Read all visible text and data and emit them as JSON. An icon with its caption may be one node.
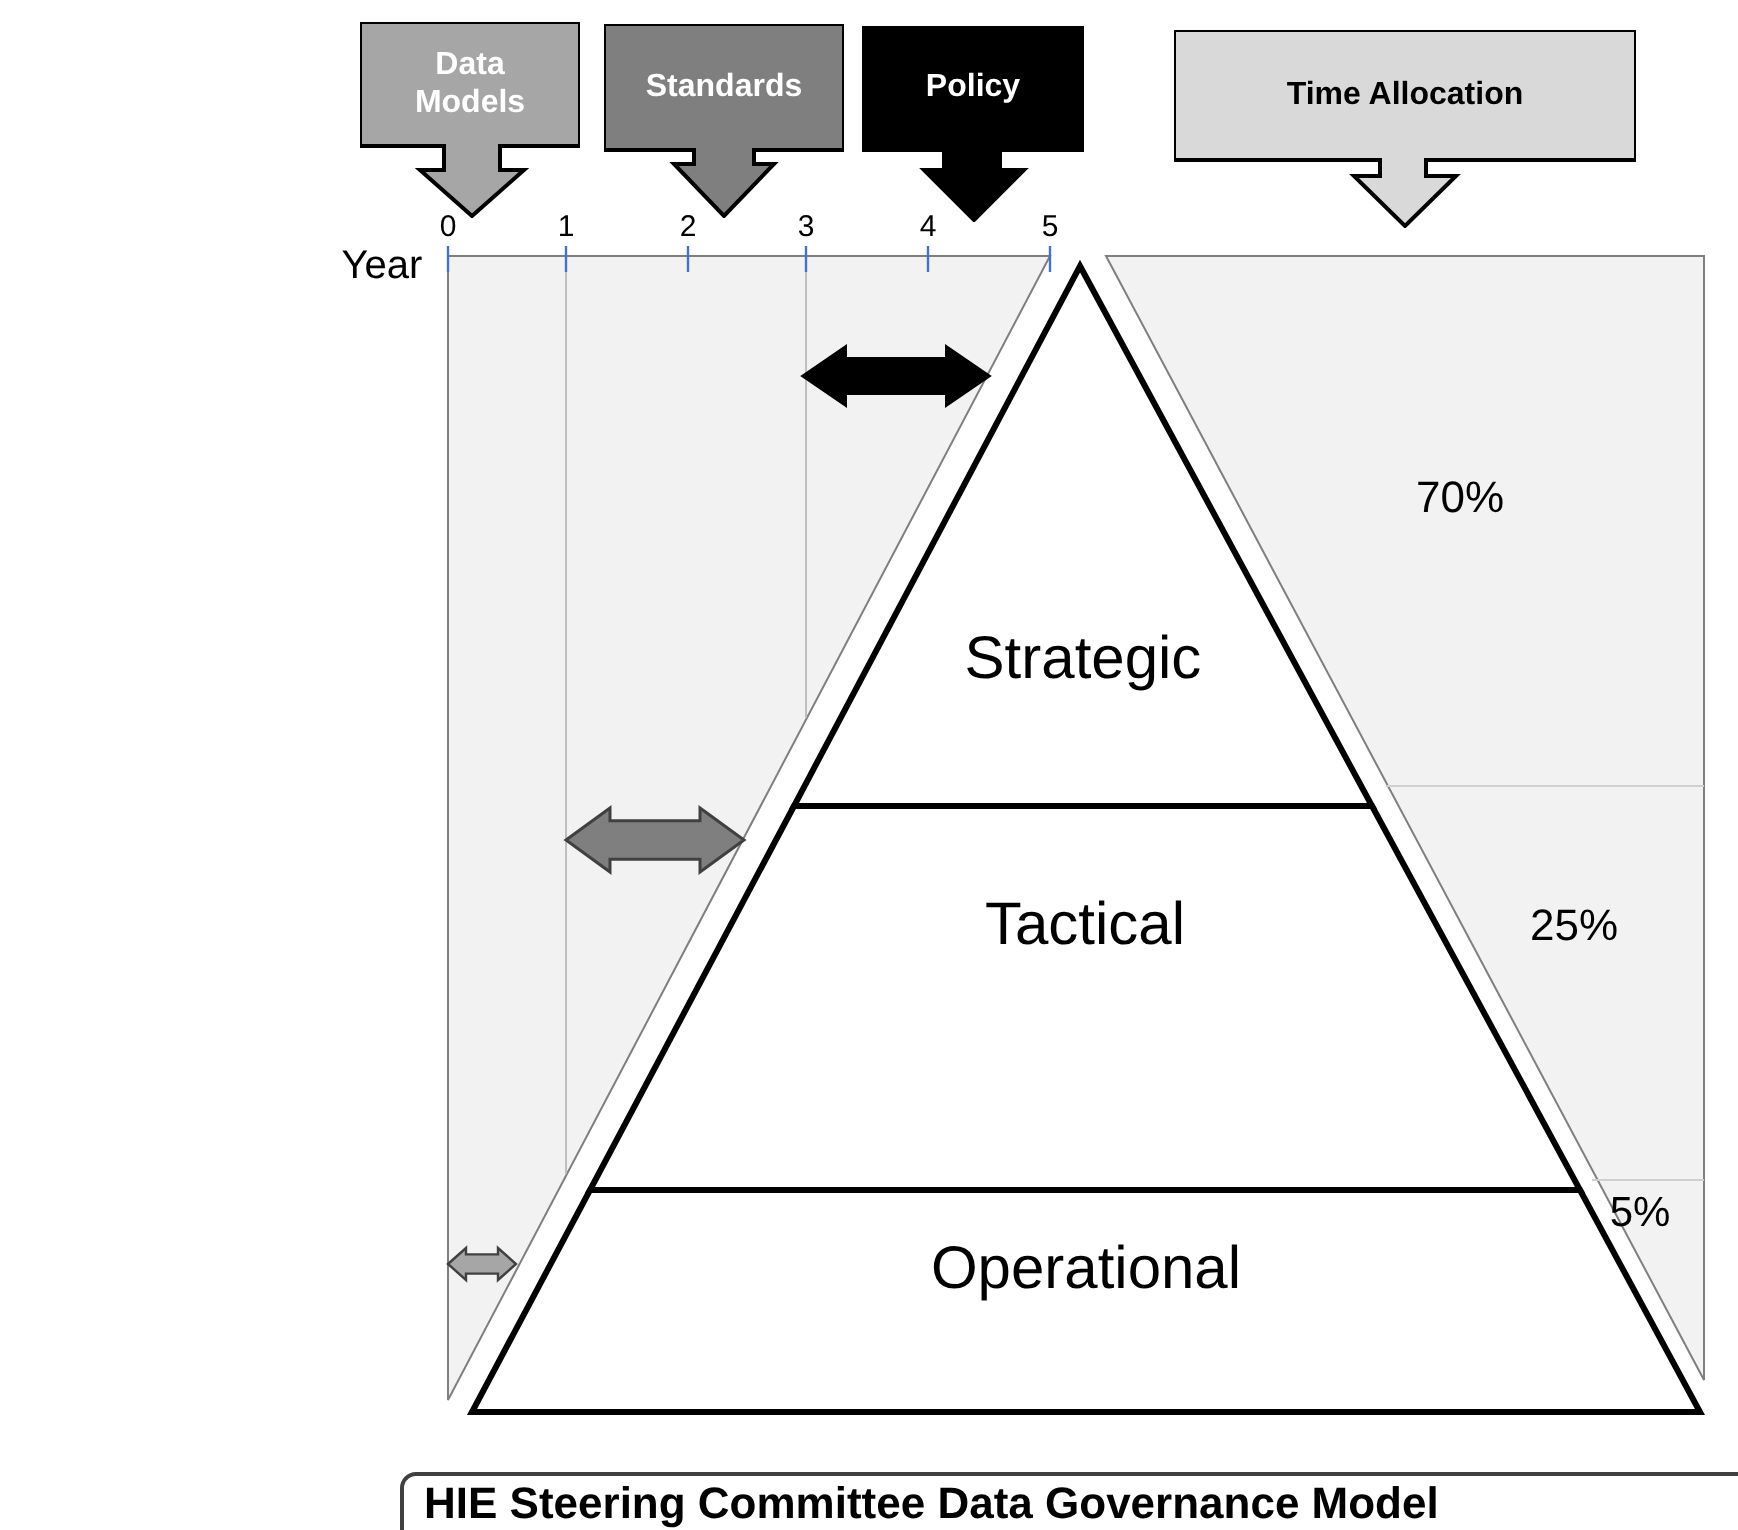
{
  "diagram": {
    "title": "HIE Steering Committee Data Governance Model",
    "nodes": [
      {
        "text": [
          "Data Models"
        ]
      },
      {
        "text": [
          "Standards"
        ]
      },
      {
        "text": [
          "Policy"
        ]
      },
      {
        "text": [
          "Time Allocation"
        ]
      },
      {
        "text": [
          "Strategic"
        ]
      },
      {
        "text": [
          "Tactical"
        ]
      },
      {
        "text": [
          "Operational"
        ]
      }
    ],
    "labels": [
      "0",
      "1",
      "2",
      "3",
      "4",
      "5",
      "Year",
      "70%",
      "25%",
      "5%"
    ]
  }
}
